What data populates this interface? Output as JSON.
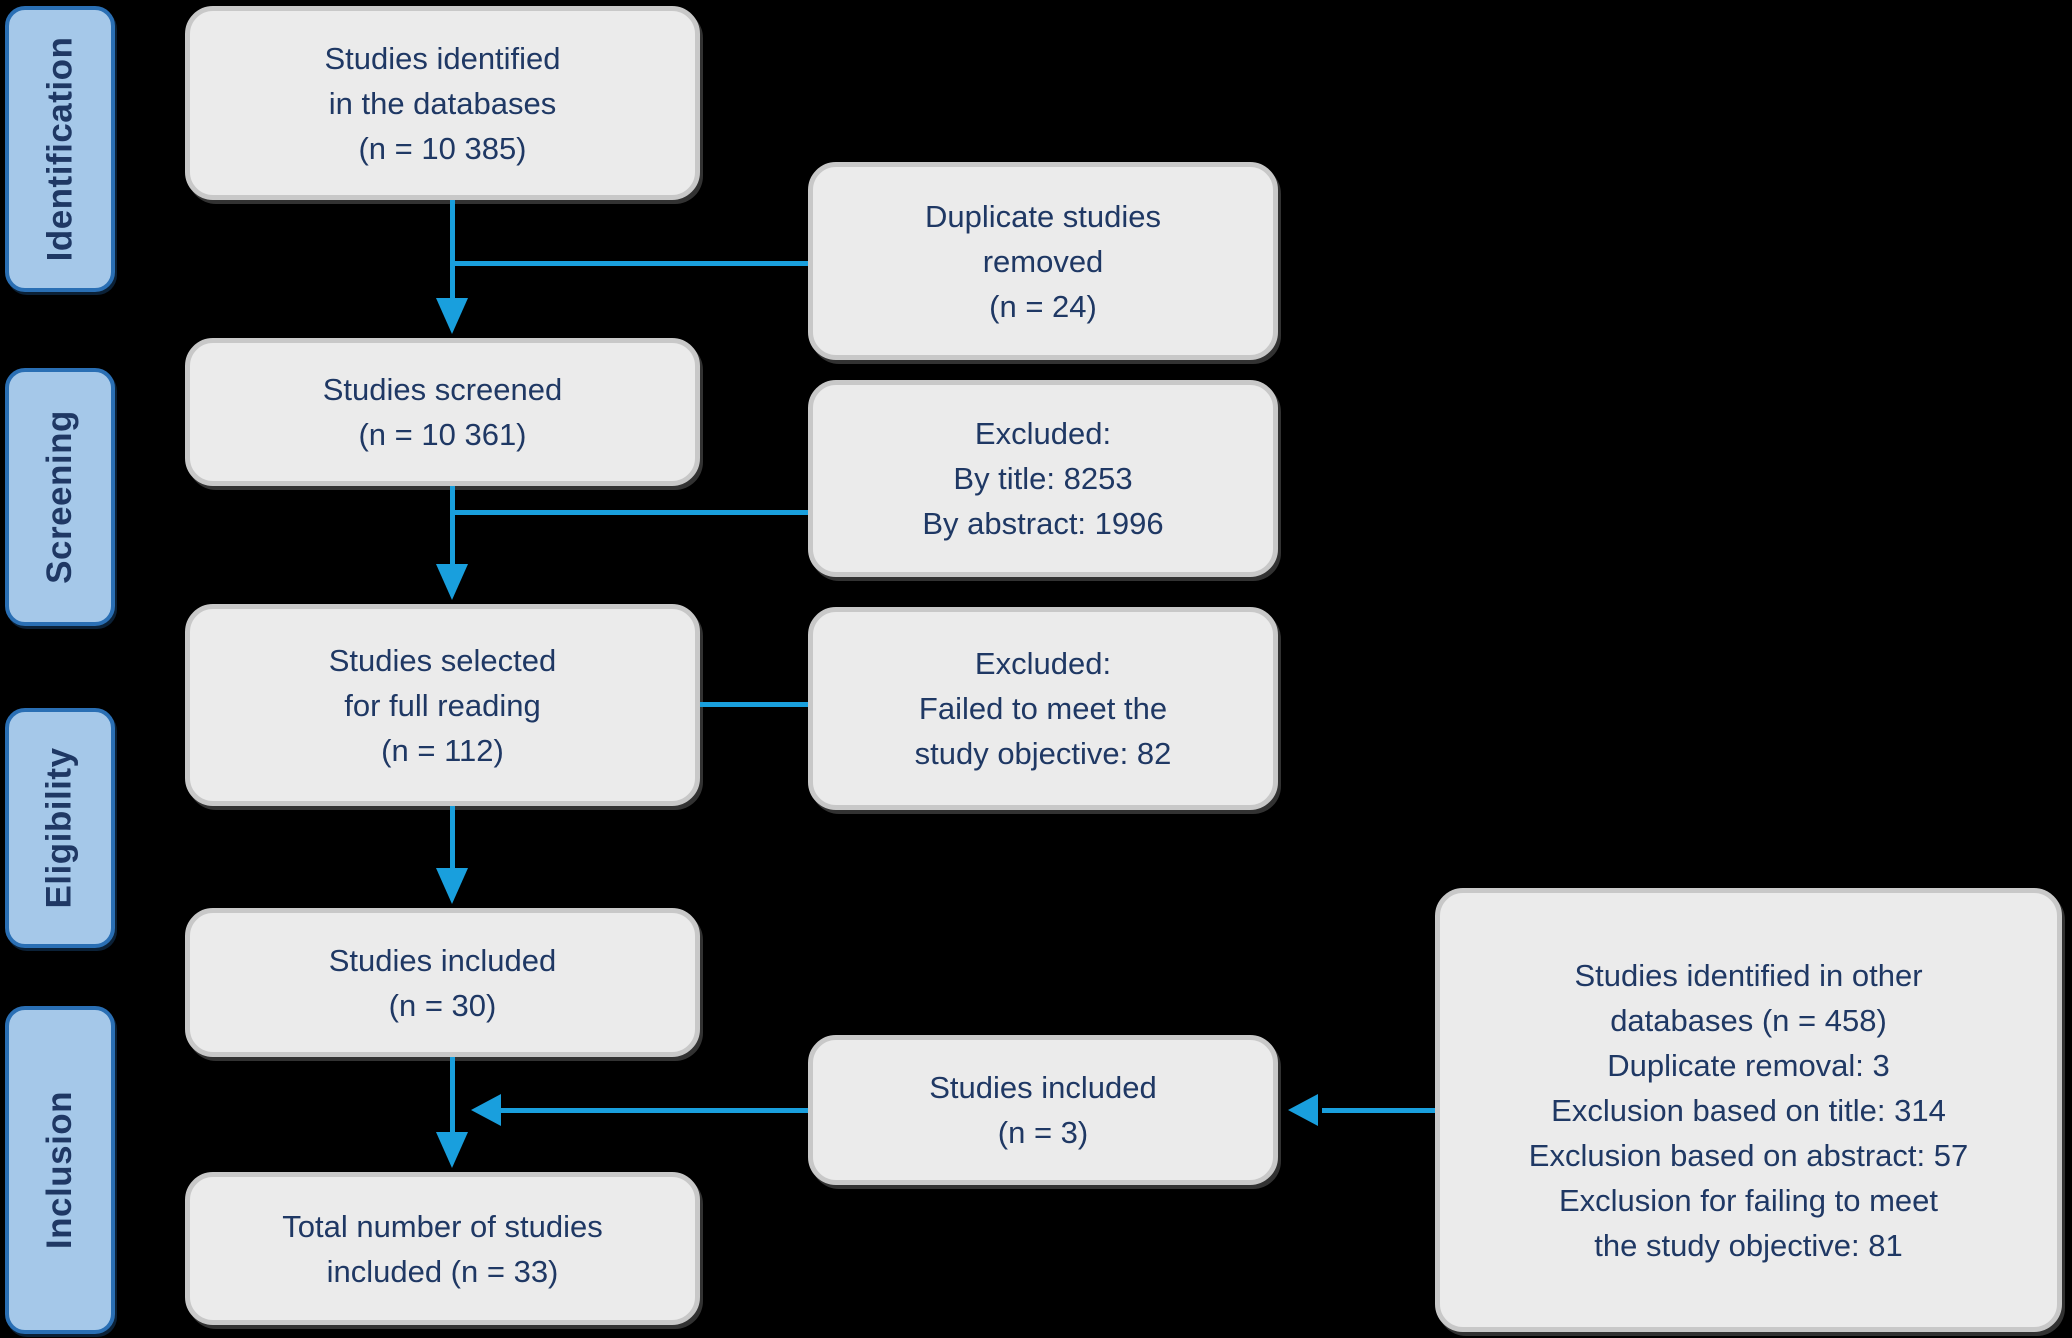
{
  "colors": {
    "background": "#000000",
    "box-fill": "#ebebeb",
    "box-border": "#c8c8c8",
    "stage-fill": "#a5c8e9",
    "stage-border": "#2a6fb4",
    "text": "#1f3864",
    "arrow": "#199fdd"
  },
  "sidebar": {
    "stages": [
      {
        "label": "Identification"
      },
      {
        "label": "Screening"
      },
      {
        "label": "Eligibility"
      },
      {
        "label": "Inclusion"
      }
    ]
  },
  "flow": {
    "identified": {
      "lines": [
        "Studies identified",
        "in the databases",
        "(n = 10 385)"
      ]
    },
    "screened": {
      "lines": [
        "Studies screened",
        "(n = 10 361)"
      ]
    },
    "full_reading": {
      "lines": [
        "Studies selected",
        "for full reading",
        "(n = 112)"
      ]
    },
    "included": {
      "lines": [
        "Studies included",
        "(n = 30)"
      ]
    },
    "total": {
      "lines": [
        "Total number of studies",
        "included (n = 33)"
      ]
    }
  },
  "side": {
    "duplicates": {
      "lines": [
        "Duplicate studies",
        "removed",
        "(n = 24)"
      ]
    },
    "excluded_screening": {
      "lines": [
        "Excluded:",
        "By title: 8253",
        "By abstract: 1996"
      ]
    },
    "excluded_full_reading": {
      "lines": [
        "Excluded:",
        "Failed to meet the",
        "study objective: 82"
      ]
    },
    "included_other": {
      "lines": [
        "Studies included",
        "(n = 3)"
      ]
    },
    "other_databases": {
      "lines": [
        "Studies identified in other",
        "databases (n = 458)",
        "Duplicate removal: 3",
        "Exclusion based on title: 314",
        "Exclusion based on abstract: 57",
        "Exclusion for failing to meet",
        "the study objective: 81"
      ]
    }
  }
}
